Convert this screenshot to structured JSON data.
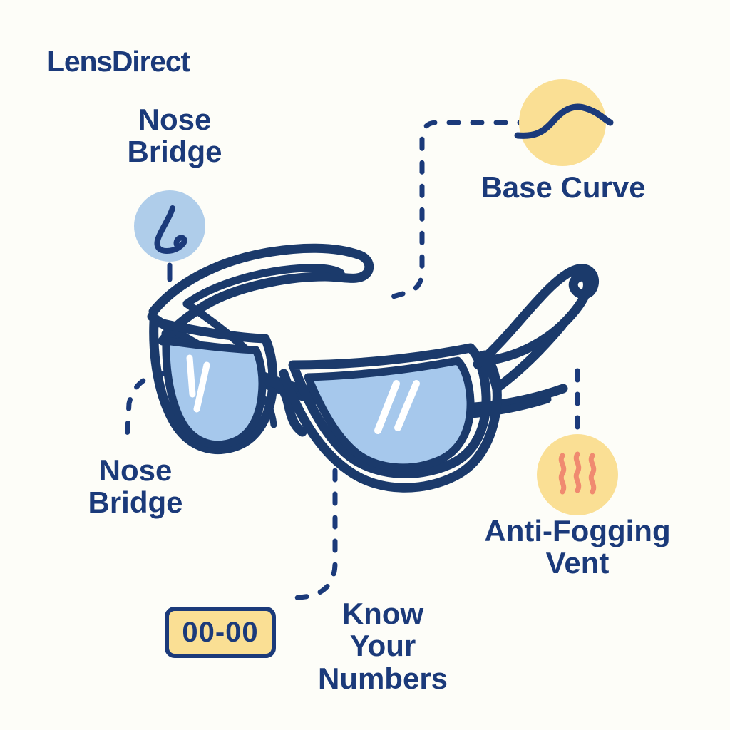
{
  "brand": {
    "name": "LensDirect"
  },
  "colors": {
    "background": "#fdfdf8",
    "navy": "#1b3a7a",
    "navy_outline": "#1b3a6b",
    "lens_blue": "#a6c8ec",
    "circle_blue": "#afcdea",
    "circle_yellow": "#fadf94",
    "vent_coral": "#f08a70",
    "shine_white": "#ffffff"
  },
  "callouts": [
    {
      "id": "nose-bridge-top",
      "label": "Nose\nBridge",
      "icon": "nose-profile-icon",
      "icon_shape": "circle",
      "icon_color": "#afcdea"
    },
    {
      "id": "base-curve",
      "label": "Base Curve",
      "icon": "s-curve-icon",
      "icon_shape": "circle",
      "icon_color": "#fadf94"
    },
    {
      "id": "nose-bridge-bottom",
      "label": "Nose\nBridge",
      "icon": "none",
      "icon_shape": "none",
      "icon_color": ""
    },
    {
      "id": "anti-fogging-vent",
      "label": "Anti-Fogging\nVent",
      "icon": "heat-waves-icon",
      "icon_shape": "circle",
      "icon_color": "#fadf94"
    },
    {
      "id": "know-your-numbers",
      "label": "Know\nYour\nNumbers",
      "icon": "numbers-badge",
      "icon_shape": "rounded-rect",
      "icon_color": "#fadf94"
    }
  ],
  "numbers_badge": {
    "value": "00-00"
  },
  "illustration": {
    "subject": "wraparound-sunglasses"
  }
}
